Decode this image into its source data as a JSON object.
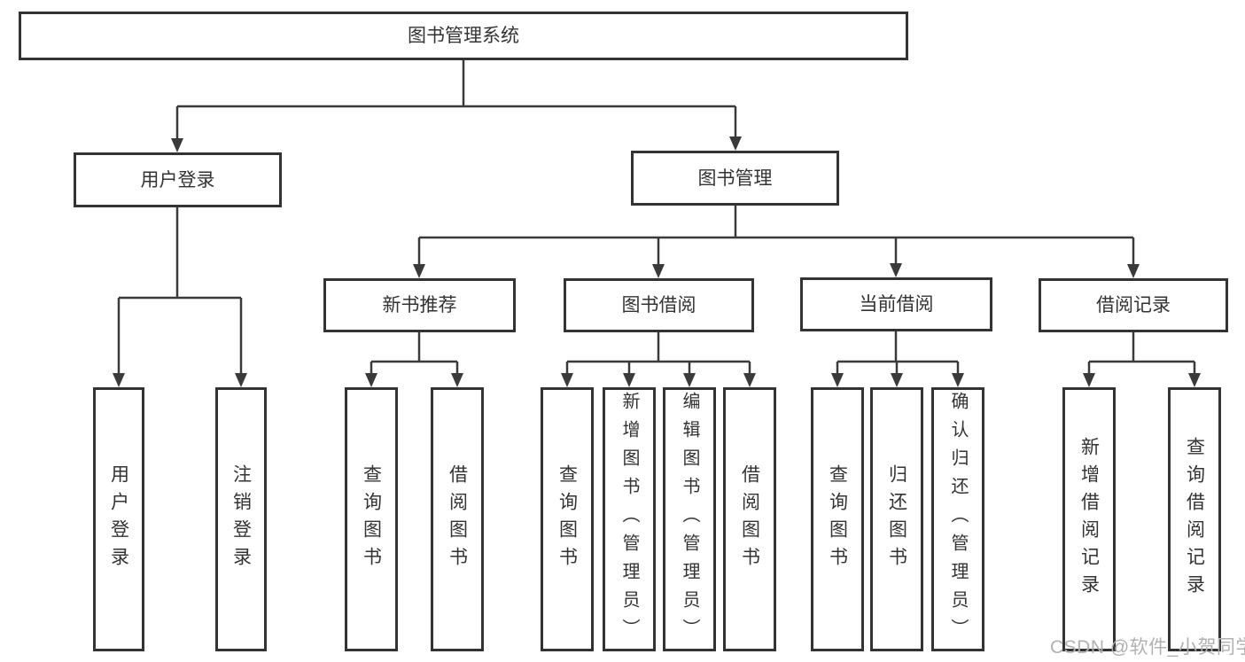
{
  "diagram": {
    "root": {
      "label": "图书管理系统"
    },
    "user": {
      "label": "用户登录",
      "children": [
        {
          "label": "用户登录"
        },
        {
          "label": "注销登录"
        }
      ]
    },
    "book": {
      "label": "图书管理",
      "children": [
        {
          "label": "新书推荐",
          "children": [
            {
              "label": "查询图书"
            },
            {
              "label": "借阅图书"
            }
          ]
        },
        {
          "label": "图书借阅",
          "children": [
            {
              "label": "查询图书"
            },
            {
              "label": "新增图书（管理员）"
            },
            {
              "label": "编辑图书（管理员）"
            },
            {
              "label": "借阅图书"
            }
          ]
        },
        {
          "label": "当前借阅",
          "children": [
            {
              "label": "查询图书"
            },
            {
              "label": "归还图书"
            },
            {
              "label": "确认归还（管理员）"
            }
          ]
        },
        {
          "label": "借阅记录",
          "children": [
            {
              "label": "新增借阅记录"
            },
            {
              "label": "查询借阅记录"
            }
          ]
        }
      ]
    },
    "watermark": "CSDN @软件_小贺同学",
    "colors": {
      "line": "#3a3a3a",
      "border": "#333333",
      "text": "#333333",
      "watermark": "#b1b1b1",
      "background": "#ffffff"
    }
  }
}
